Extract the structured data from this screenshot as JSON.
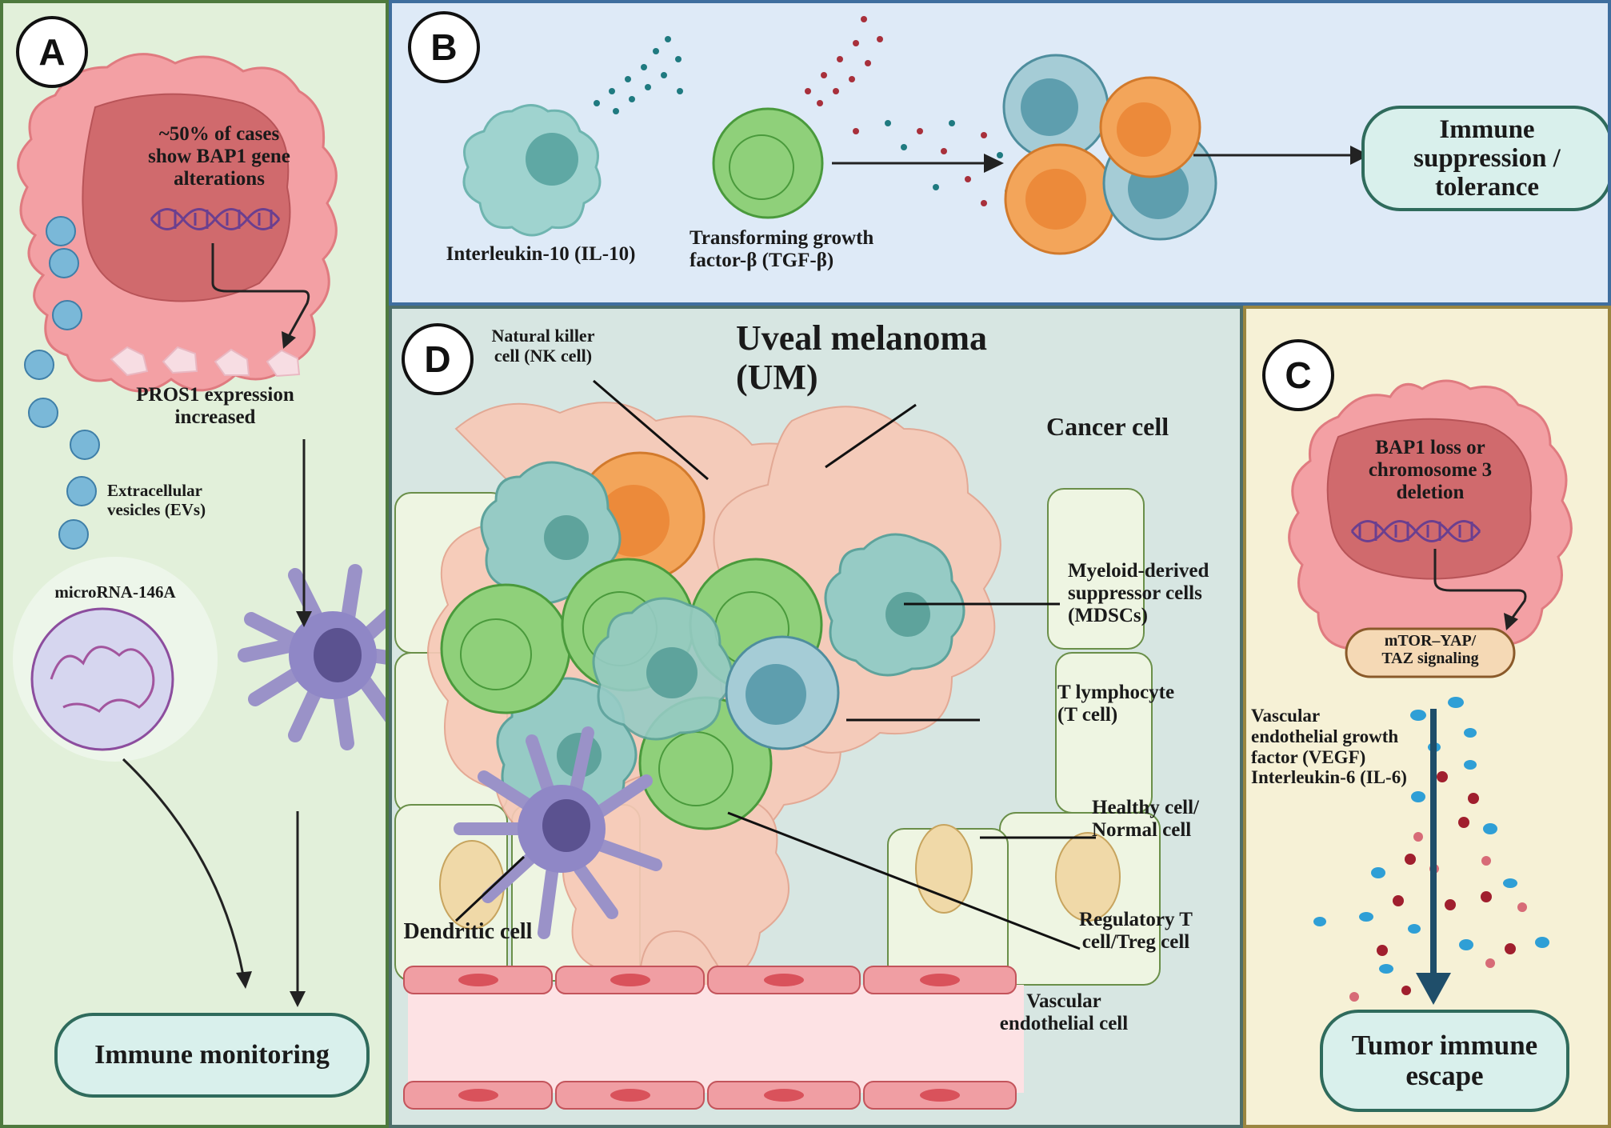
{
  "panels": {
    "a": {
      "letter": "A",
      "nucleus_text": "~50% of cases\nshow BAP1 gene\nalterations",
      "pros1_text": "PROS1 expression\nincreased",
      "evs_text": "Extracellular\nvesicles (EVs)",
      "mirna_text": "microRNA-146A",
      "outcome": "Immune monitoring"
    },
    "b": {
      "letter": "B",
      "il10_text": "Interleukin-10 (IL-10)",
      "tgfb_text": "Transforming growth\nfactor-β (TGF-β)",
      "outcome": "Immune\nsuppression /\ntolerance"
    },
    "c": {
      "letter": "C",
      "nucleus_text": "BAP1 loss or\nchromosome 3\ndeletion",
      "signaling_text": "mTOR–YAP/\nTAZ signaling",
      "factors_text": "Vascular\nendothelial growth\nfactor (VEGF)\nInterleukin-6 (IL-6)",
      "outcome": "Tumor immune\nescape"
    },
    "d": {
      "letter": "D",
      "title": "Uveal melanoma\n(UM)",
      "labels": {
        "nk": "Natural killer\ncell (NK cell)",
        "cancer": "Cancer cell",
        "mdsc": "Myeloid-derived\nsuppressor cells\n(MDSCs)",
        "tcell": "T lymphocyte\n(T cell)",
        "healthy": "Healthy cell/\nNormal cell",
        "treg": "Regulatory T\ncell/Treg cell",
        "dendritic": "Dendritic cell",
        "vascular": "Vascular\nendothelial cell"
      }
    }
  },
  "colors": {
    "panel_a_bg": "#e2f0da",
    "panel_a_border": "#4e7a3e",
    "panel_b_bg": "#deeaf7",
    "panel_b_border": "#3f6e9e",
    "panel_c_bg": "#f6f1d6",
    "panel_c_border": "#9a8640",
    "panel_d_bg": "#d7e6e2",
    "panel_d_border": "#4d6e6a",
    "cell_pink": "#f08b8f",
    "nucleus_red": "#d06a6d",
    "outcome_fill": "#d9f0ec",
    "outcome_border": "#2f6b5c"
  },
  "icons": [
    "dna-helix-icon",
    "extracellular-vesicle-icon",
    "microrna-icon",
    "dendritic-cell-icon",
    "nk-cell-icon",
    "t-cell-icon",
    "mdsc-icon",
    "cancer-cell-icon",
    "blood-vessel-icon",
    "cytokine-dots-icon"
  ]
}
